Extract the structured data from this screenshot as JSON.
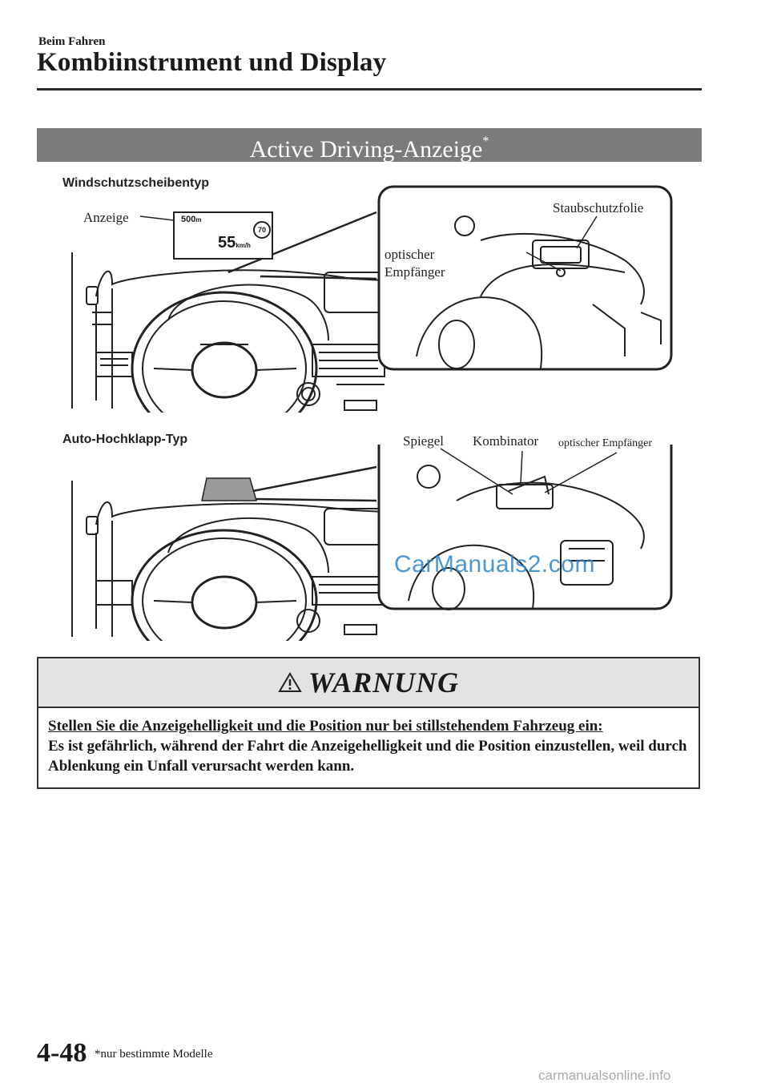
{
  "header": {
    "section": "Beim Fahren",
    "title": "Kombiinstrument und Display"
  },
  "banner": {
    "title": "Active Driving-Anzeige",
    "marker": "*"
  },
  "figure1": {
    "subhead": "Windschutzscheibentyp",
    "labels": {
      "display": "Anzeige",
      "dust_cover": "Staubschutzfolie",
      "optical_receiver_line1": "optischer",
      "optical_receiver_line2": "Empfänger"
    },
    "hud_readout": {
      "distance": "500",
      "distance_unit": "m",
      "speed": "55",
      "speed_unit": "km/h",
      "speed_limit": "70"
    }
  },
  "figure2": {
    "subhead": "Auto-Hochklapp-Typ",
    "labels": {
      "mirror": "Spiegel",
      "combiner": "Kombinator",
      "optical_receiver": "optischer Empfänger"
    }
  },
  "watermark": "CarManuals2.com",
  "warning": {
    "heading": "WARNUNG",
    "lead": "Stellen Sie die Anzeigehelligkeit und die Position nur bei stillstehendem Fahrzeug ein:",
    "body": "Es ist gefährlich, während der Fahrt die Anzeigehelligkeit und die Position einzustellen, weil durch Ablenkung ein Unfall verursacht werden kann."
  },
  "footer": {
    "page_number": "4-48",
    "footnote": "*nur bestimmte Modelle",
    "source": "carmanualsonline.info"
  },
  "colors": {
    "banner_bg": "#7b7b7b",
    "warning_head_bg": "#e3e3e3",
    "watermark": "#2f86c8"
  }
}
